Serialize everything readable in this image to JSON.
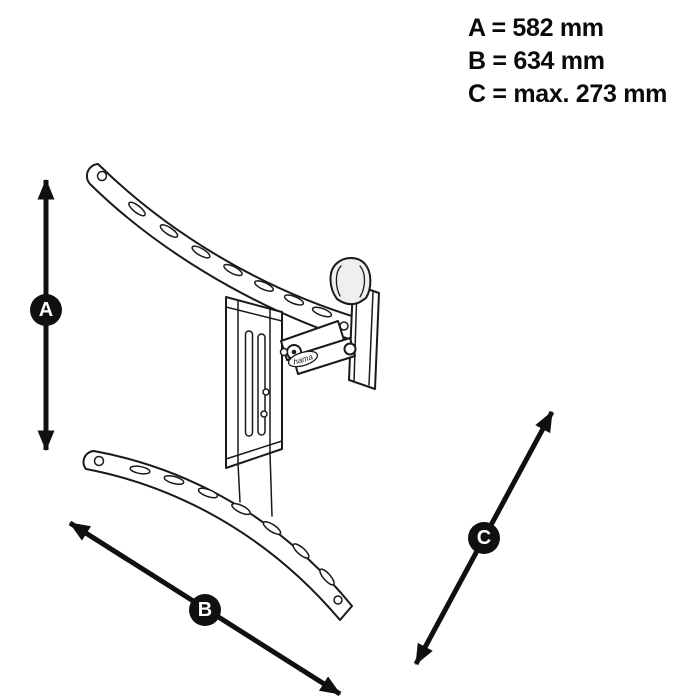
{
  "legend": {
    "line_a": "A = 582 mm",
    "line_b": "B = 634 mm",
    "line_c": "C = max. 273 mm"
  },
  "badges": {
    "a": "A",
    "b": "B",
    "c": "C"
  },
  "brand": {
    "logo_text": "hama"
  },
  "colors": {
    "line": "#1a1a1a",
    "badge_background": "#101010",
    "badge_text": "#ffffff",
    "page_background": "#ffffff"
  }
}
